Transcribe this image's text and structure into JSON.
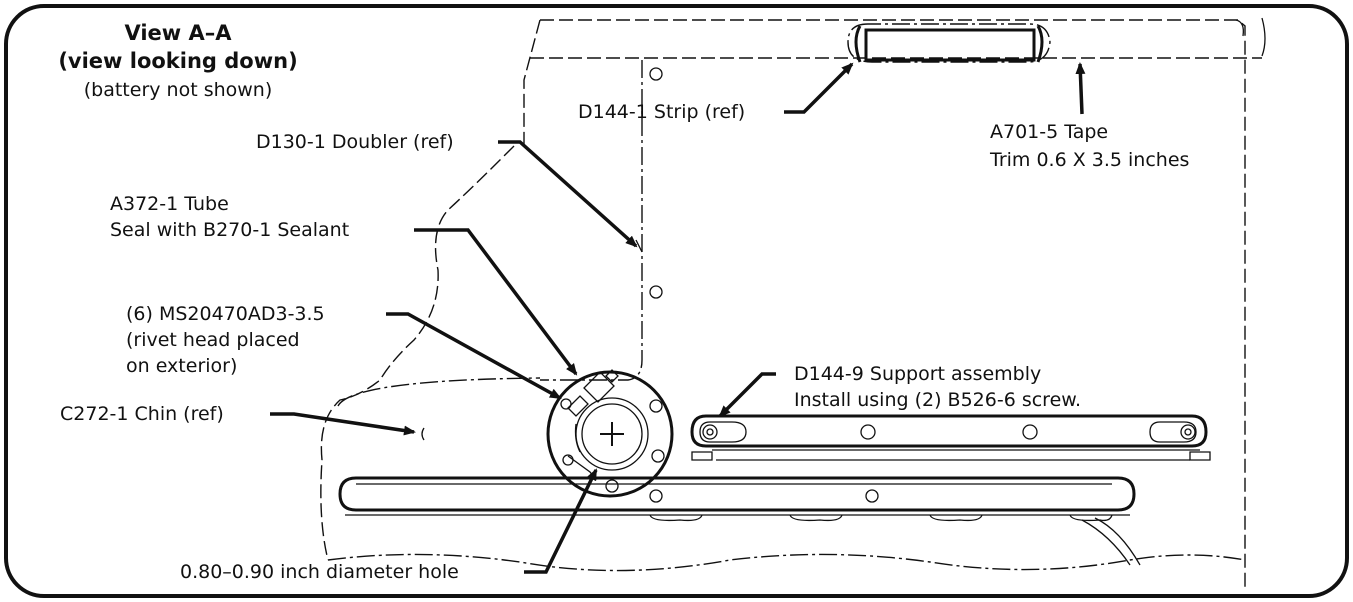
{
  "title": {
    "line1": "View A–A",
    "line2": "(view looking down)",
    "line3": "(battery not shown)"
  },
  "callouts": {
    "strip": "D144-1 Strip (ref)",
    "tape_line1": "A701-5 Tape",
    "tape_line2": "Trim 0.6 X 3.5 inches",
    "doubler": "D130-1 Doubler (ref)",
    "tube_line1": "A372-1 Tube",
    "tube_line2": "Seal with B270-1 Sealant",
    "rivet_line1": "(6) MS20470AD3-3.5",
    "rivet_line2": "(rivet head placed",
    "rivet_line3": "on exterior)",
    "chin": "C272-1 Chin (ref)",
    "support_line1": "D144-9 Support assembly",
    "support_line2": "Install using (2) B526-6 screw.",
    "hole": "0.80–0.90 inch diameter hole"
  },
  "icons": {
    "center_mark": "plus-icon"
  }
}
